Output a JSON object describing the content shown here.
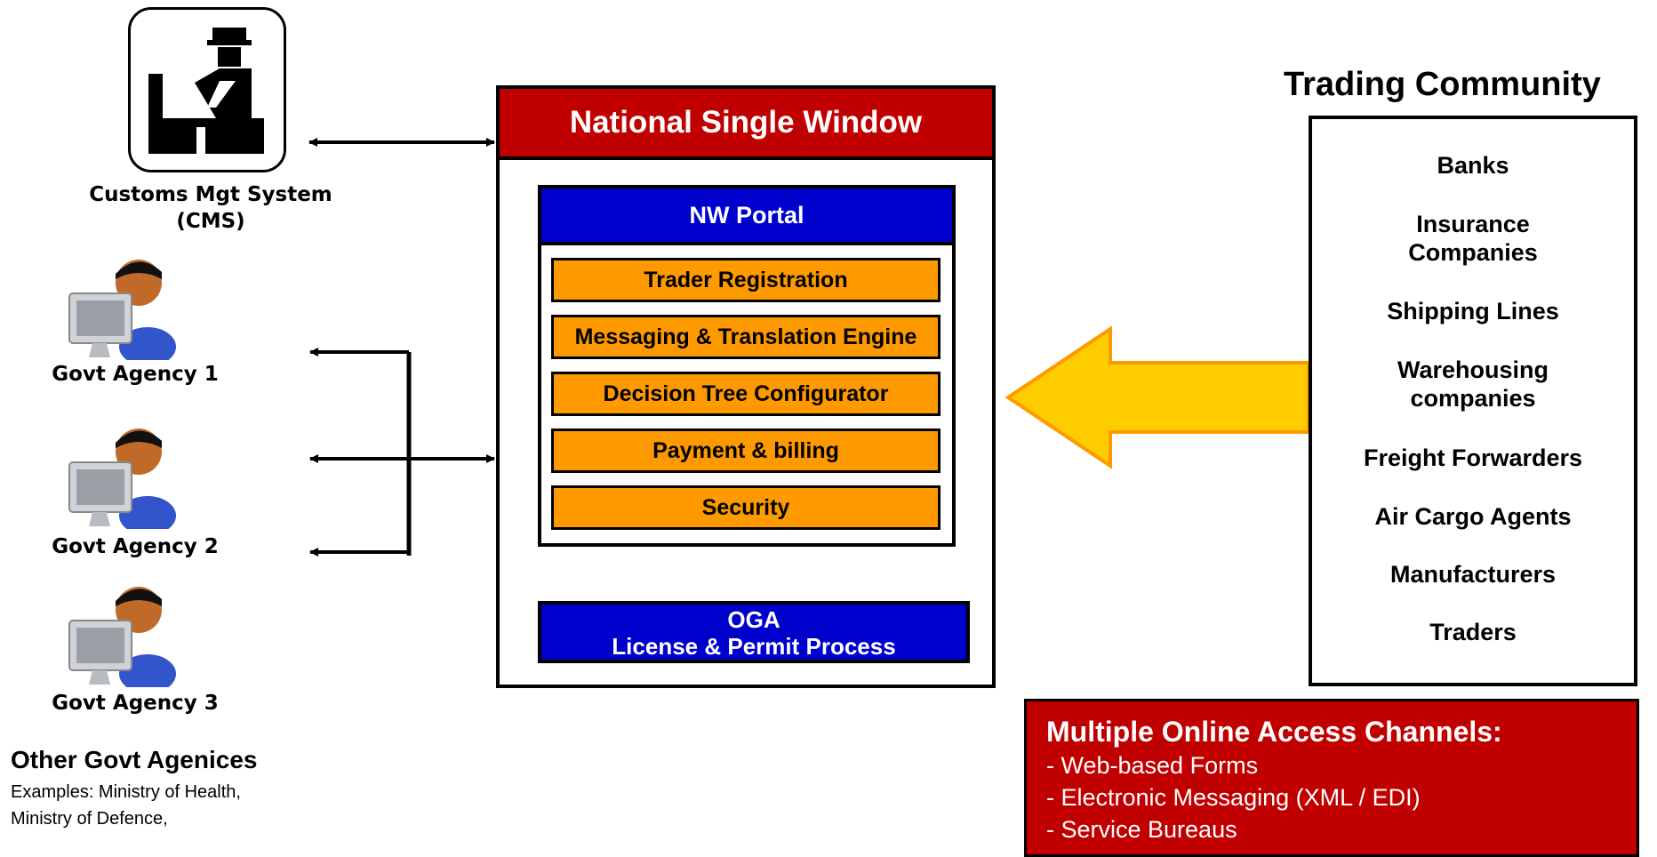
{
  "customs": {
    "label_line1": "Customs Mgt System",
    "label_line2": "(CMS)",
    "icon": "customs-officer-icon"
  },
  "agencies": [
    {
      "label": "Govt Agency 1",
      "icon": "govt-user-computer-icon"
    },
    {
      "label": "Govt Agency 2",
      "icon": "govt-user-computer-icon"
    },
    {
      "label": "Govt Agency 3",
      "icon": "govt-user-computer-icon"
    }
  ],
  "other_govt": {
    "title": "Other Govt Agenices",
    "desc_line1": "Examples: Ministry of Health,",
    "desc_line2": "Ministry of Defence,"
  },
  "nsw": {
    "title": "National Single Window",
    "portal_title": "NW Portal",
    "modules": [
      "Trader Registration",
      "Messaging & Translation Engine",
      "Decision Tree Configurator",
      "Payment & billing",
      "Security"
    ],
    "oga_line1": "OGA",
    "oga_line2": "License & Permit Process"
  },
  "trading": {
    "title": "Trading Community",
    "members": [
      [
        "Banks"
      ],
      [
        "Insurance",
        "Companies"
      ],
      [
        "Shipping Lines"
      ],
      [
        "Warehousing",
        "companies"
      ],
      [
        "Freight Forwarders"
      ],
      [
        "Air Cargo Agents"
      ],
      [
        "Manufacturers"
      ],
      [
        "Traders"
      ]
    ]
  },
  "channels": {
    "title": "Multiple Online Access Channels:",
    "items": [
      "- Web-based Forms",
      "- Electronic Messaging (XML / EDI)",
      "- Service Bureaus"
    ]
  },
  "colors": {
    "red": "#c00000",
    "blue": "#0000cc",
    "orange": "#ff9900",
    "arrow_fill": "#ffcc00",
    "arrow_stroke": "#ff9900"
  }
}
